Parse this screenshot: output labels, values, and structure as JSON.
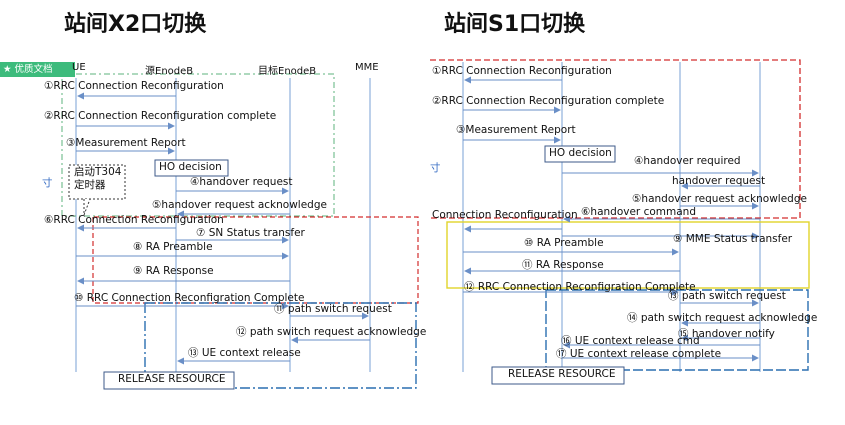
{
  "titles": {
    "left": "站间X2口切换",
    "right": "站间S1口切换"
  },
  "badge": {
    "icon": "star-icon",
    "label": "★ 优质文档"
  },
  "left": {
    "headers": {
      "ue": "UE",
      "src": "源EnodeB",
      "tgt": "目标EnodeB",
      "mme": "MME"
    },
    "steps": [
      "①RRC Connection Reconfiguration",
      "②RRC Connection Reconfiguration complete",
      "③Measurement Report",
      "HO decision",
      "④handover  request",
      "⑤handover  request acknowledge",
      "⑥RRC Connection Reconfiguration",
      "⑦ SN Status transfer",
      "⑧ RA  Preamble",
      "⑨ RA Response",
      "⑩ RRC Connection Reconfigration Complete",
      "⑪ path switch request",
      "⑫ path switch request acknowledge",
      "⑬ UE context release",
      "RELEASE RESOURCE"
    ],
    "timer": [
      "启动T304",
      "定时器"
    ],
    "mark": "寸"
  },
  "right": {
    "steps": [
      "①RRC Connection Reconfiguration",
      "②RRC Connection Reconfiguration complete",
      "③Measurement Report",
      "HO decision",
      "④handover  required",
      "handover  request",
      "⑤handover  request acknowledge",
      "Connection Reconfiguration",
      "⑥handover command",
      "⑩ RA  Preamble",
      "⑨ MME Status transfer",
      "⑪ RA Response",
      "⑫ RRC Connection Reconfigration Complete",
      "⑬ path switch request",
      "⑭ path switch request acknowledge",
      "⑮ handover notify",
      "⑯ UE context release cmd",
      "⑰ UE context release complete",
      "RELEASE RESOURCE"
    ],
    "mark": "寸"
  }
}
